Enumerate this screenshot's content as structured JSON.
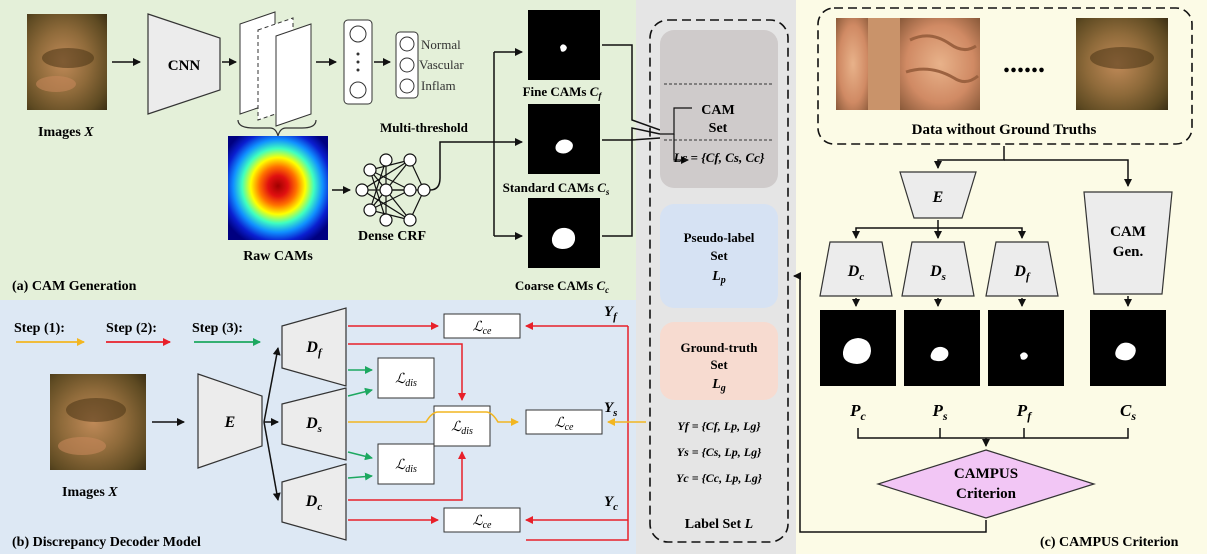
{
  "panel_a": {
    "title": "(a) CAM Generation",
    "images_label": "Images",
    "cnn": "CNN",
    "classes": [
      "Normal",
      "Vascular",
      "Inflam"
    ],
    "raw_cams": "Raw CAMs",
    "dense_crf": "Dense CRF",
    "multi_threshold": "Multi-threshold",
    "fine_cams": "Fine CAMs",
    "standard_cams": "Standard CAMs",
    "coarse_cams": "Coarse CAMs"
  },
  "panel_b": {
    "title": "(b) Discrepancy Decoder Model",
    "images_label": "Images",
    "step1": "Step (1):",
    "step2": "Step (2):",
    "step3": "Step (3):",
    "encoder": "E",
    "decoders": [
      "Df",
      "Ds",
      "Dc"
    ],
    "loss_ce": "Lce",
    "loss_dis": "Ldis"
  },
  "label_set": {
    "title": "Label Set",
    "cam_set": [
      "CAM",
      "Set"
    ],
    "lc_formula": "Lc = {Cf, Cs, Cc}",
    "pseudo": [
      "Pseudo-label",
      "Set"
    ],
    "ground": [
      "Ground-truth",
      "Set"
    ],
    "yf_formula": "Yf = {Cf, Lp, Lg}",
    "ys_formula": "Ys = {Cs, Lp, Lg}",
    "yc_formula": "Yc = {Cc, Lp, Lg}"
  },
  "panel_c": {
    "title": "(c) CAMPUS Criterion",
    "data_label": "Data without Ground Truths",
    "dots": "......",
    "encoder": "E",
    "decoders": [
      "Dc",
      "Ds",
      "Df"
    ],
    "cam_gen": [
      "CAM",
      "Gen."
    ],
    "outputs": [
      "Pc",
      "Ps",
      "Pf",
      "Cs"
    ],
    "criterion": [
      "CAMPUS",
      "Criterion"
    ]
  },
  "colors": {
    "green_panel": "#e4f0d9",
    "blue_panel": "#dde8f4",
    "yellow_panel": "#fcfbe6",
    "gray_panel": "#e5e5e5",
    "step1": "#f2b621",
    "step2": "#e8202a",
    "step3": "#1ca860",
    "criterion_fill": "#f2c6f5"
  }
}
